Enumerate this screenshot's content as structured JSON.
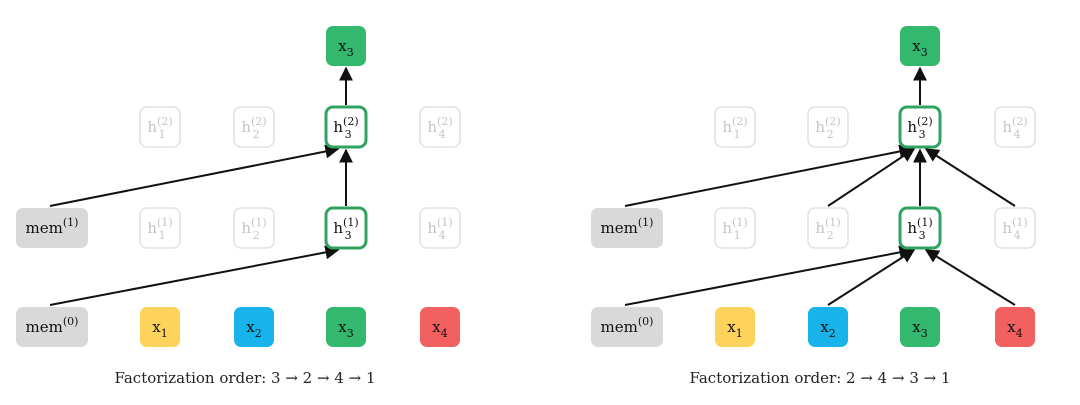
{
  "panels": [
    {
      "caption": "Factorization order: 3 → 2 → 4 → 1",
      "mem": [
        "mem",
        "mem"
      ],
      "mem_sup": [
        "(1)",
        "(0)"
      ],
      "h_base": "h",
      "h2": [
        {
          "sub": "1",
          "sup": "(2)",
          "active": false
        },
        {
          "sub": "2",
          "sup": "(2)",
          "active": false
        },
        {
          "sub": "3",
          "sup": "(2)",
          "active": true
        },
        {
          "sub": "4",
          "sup": "(2)",
          "active": false
        }
      ],
      "h1": [
        {
          "sub": "1",
          "sup": "(1)",
          "active": false
        },
        {
          "sub": "2",
          "sup": "(1)",
          "active": false
        },
        {
          "sub": "3",
          "sup": "(1)",
          "active": true
        },
        {
          "sub": "4",
          "sup": "(1)",
          "active": false
        }
      ],
      "x_base": "x",
      "inputs": [
        {
          "sub": "1",
          "color": "#fdd35c"
        },
        {
          "sub": "2",
          "color": "#19b3ec"
        },
        {
          "sub": "3",
          "color": "#34b86e"
        },
        {
          "sub": "4",
          "color": "#f26161"
        }
      ],
      "target": {
        "sub": "3",
        "color": "#34b86e"
      }
    },
    {
      "caption": "Factorization order: 2 → 4 → 3 → 1",
      "mem": [
        "mem",
        "mem"
      ],
      "mem_sup": [
        "(1)",
        "(0)"
      ],
      "h_base": "h",
      "h2": [
        {
          "sub": "1",
          "sup": "(2)",
          "active": false
        },
        {
          "sub": "2",
          "sup": "(2)",
          "active": false
        },
        {
          "sub": "3",
          "sup": "(2)",
          "active": true
        },
        {
          "sub": "4",
          "sup": "(2)",
          "active": false
        }
      ],
      "h1": [
        {
          "sub": "1",
          "sup": "(1)",
          "active": false
        },
        {
          "sub": "2",
          "sup": "(1)",
          "active": false
        },
        {
          "sub": "3",
          "sup": "(1)",
          "active": true
        },
        {
          "sub": "4",
          "sup": "(1)",
          "active": false
        }
      ],
      "x_base": "x",
      "inputs": [
        {
          "sub": "1",
          "color": "#fdd35c"
        },
        {
          "sub": "2",
          "color": "#19b3ec"
        },
        {
          "sub": "3",
          "color": "#34b86e"
        },
        {
          "sub": "4",
          "color": "#f26161"
        }
      ],
      "target": {
        "sub": "3",
        "color": "#34b86e"
      }
    }
  ],
  "colors": {
    "mem_fill": "#d9d9d9",
    "active_border": "#2fa35f",
    "inactive_border": "#dcdcdc",
    "inactive_text": "#c4c4c4",
    "arrow": "#111111"
  }
}
